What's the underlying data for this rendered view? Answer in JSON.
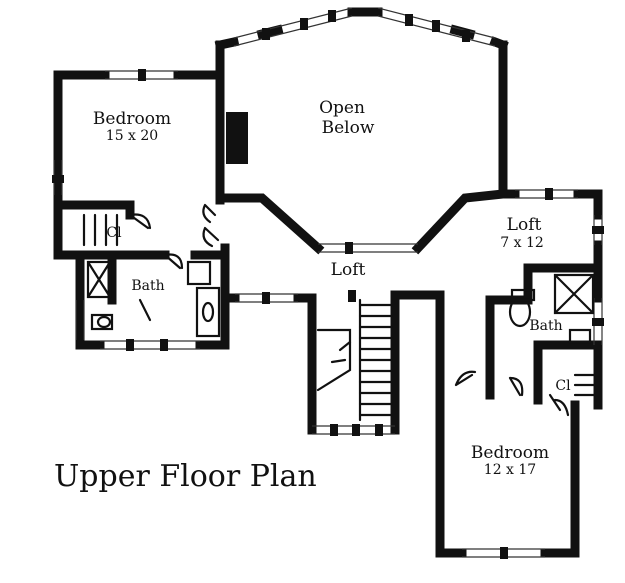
{
  "title": "Upper Floor Plan",
  "rooms": {
    "bedroom_nw": {
      "name": "Bedroom",
      "size": "15 x 20"
    },
    "open_below": {
      "line1": "Open",
      "line2": "Below"
    },
    "closet_w": "Cl",
    "bath_w": "Bath",
    "loft_main": "Loft",
    "loft_e": {
      "name": "Loft",
      "size": "7 x 12"
    },
    "bath_e": "Bath",
    "closet_e": "Cl",
    "bedroom_se": {
      "name": "Bedroom",
      "size": "12 x 17"
    }
  }
}
